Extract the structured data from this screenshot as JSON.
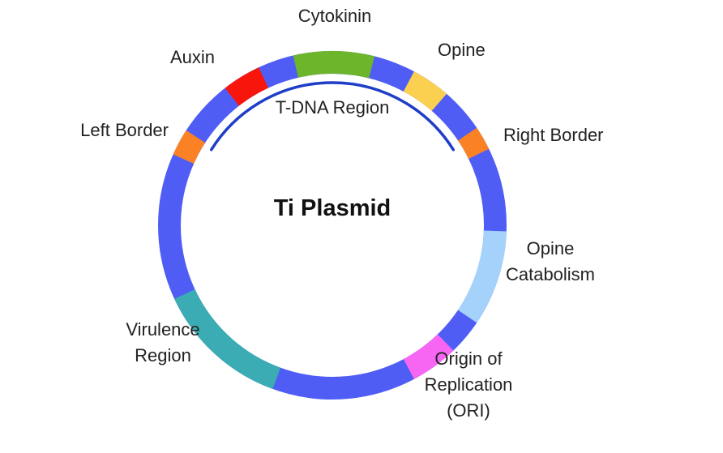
{
  "title": "Ti Plasmid",
  "region_label": "T-DNA Region",
  "colors": {
    "backbone": "#4f5df5",
    "arc": "#1f3ec8"
  },
  "segments": [
    {
      "key": "cytokinin",
      "lines": [
        "Cytokinin"
      ],
      "color": "#6db52a"
    },
    {
      "key": "opine",
      "lines": [
        "Opine"
      ],
      "color": "#fbd050"
    },
    {
      "key": "right-border",
      "lines": [
        "Right Border"
      ],
      "color": "#fa8225"
    },
    {
      "key": "opine-catabolism",
      "lines": [
        "Opine",
        "Catabolism"
      ],
      "color": "#a4d2fb"
    },
    {
      "key": "origin-of-replication",
      "lines": [
        "Origin of",
        "Replication",
        "(ORI)"
      ],
      "color": "#f766f2"
    },
    {
      "key": "virulence-region",
      "lines": [
        "Virulence",
        "Region"
      ],
      "color": "#3bacb3"
    },
    {
      "key": "left-border",
      "lines": [
        "Left Border"
      ],
      "color": "#fa8225"
    },
    {
      "key": "auxin",
      "lines": [
        "Auxin"
      ],
      "color": "#f8160c"
    }
  ]
}
